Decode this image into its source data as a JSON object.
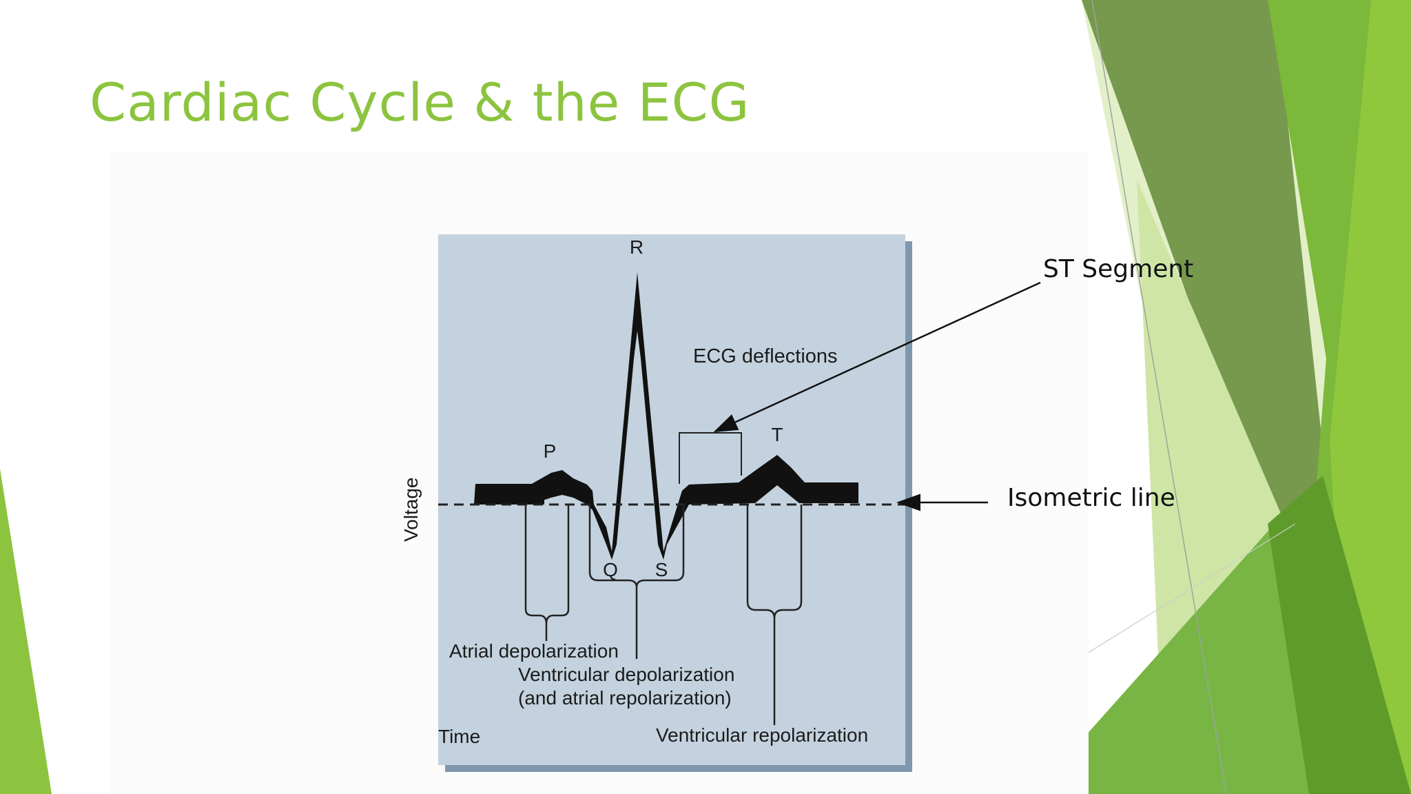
{
  "slide": {
    "title": "Cardiac Cycle & the ECG",
    "accent_color": "#8cc43f"
  },
  "figure": {
    "panel_color": "#c3d2de",
    "heading": "ECG deflections",
    "axis_y_label": "Voltage",
    "axis_x_label": "Time",
    "waves": {
      "p": "P",
      "q": "Q",
      "r": "R",
      "s": "S",
      "t": "T"
    },
    "event_labels": {
      "atrial_depolarization": "Atrial depolarization",
      "ventricular_depolarization_line1": "Ventricular depolarization",
      "ventricular_depolarization_line2": "(and atrial repolarization)",
      "ventricular_repolarization": "Ventricular repolarization"
    }
  },
  "callouts": {
    "st_segment": "ST Segment",
    "isometric_line": "Isometric line"
  }
}
